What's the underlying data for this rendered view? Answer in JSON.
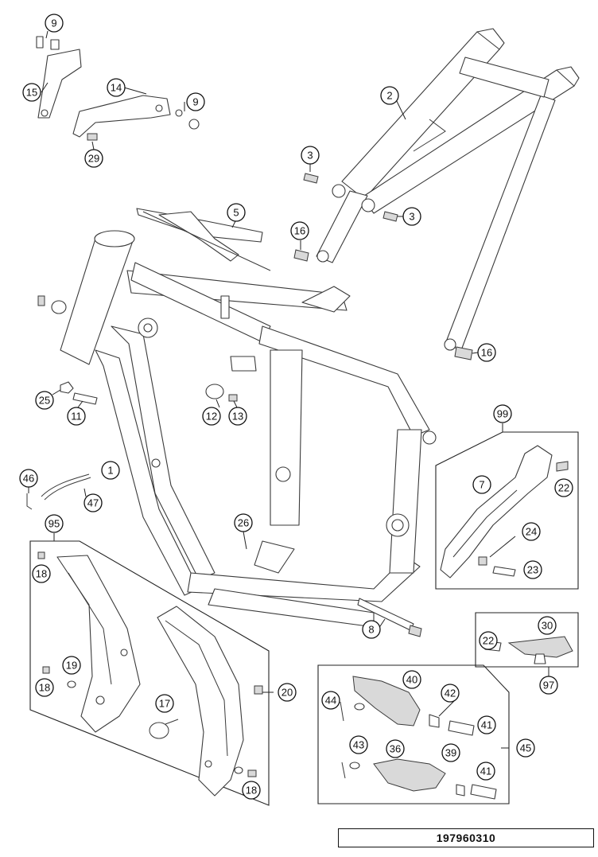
{
  "document_number": "197960310",
  "callouts": {
    "c_9a": "9",
    "c_15": "15",
    "c_14": "14",
    "c_9b": "9",
    "c_29": "29",
    "c_2": "2",
    "c_3a": "3",
    "c_3b": "3",
    "c_5": "5",
    "c_16a": "16",
    "c_16b": "16",
    "c_25": "25",
    "c_11": "11",
    "c_12": "12",
    "c_13": "13",
    "c_1": "1",
    "c_46": "46",
    "c_47": "47",
    "c_26": "26",
    "c_8": "8",
    "c_99": "99",
    "c_7": "7",
    "c_22a": "22",
    "c_24": "24",
    "c_23": "23",
    "c_95": "95",
    "c_18a": "18",
    "c_19": "19",
    "c_18b": "18",
    "c_17": "17",
    "c_20": "20",
    "c_18c": "18",
    "c_30": "30",
    "c_22b": "22",
    "c_97": "97",
    "c_40": "40",
    "c_44": "44",
    "c_42": "42",
    "c_41a": "41",
    "c_45": "45",
    "c_43": "43",
    "c_36": "36",
    "c_39": "39",
    "c_41b": "41"
  }
}
